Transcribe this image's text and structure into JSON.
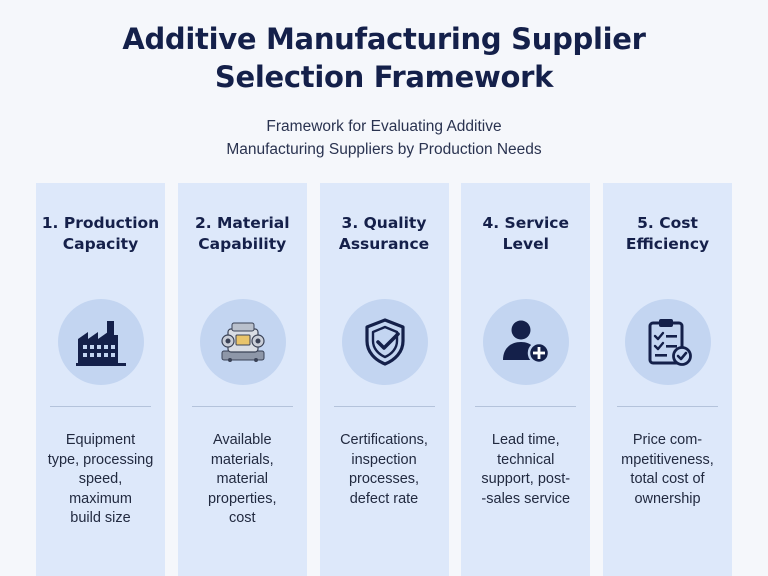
{
  "header": {
    "title_lines": [
      "Additive Manufacturing Supplier",
      "Selection Framework"
    ],
    "subtitle_lines": [
      "Framework for Evaluating Additive",
      "Manufacturing Suppliers by Production Needs"
    ]
  },
  "cards": [
    {
      "title_lines": [
        "1. Production",
        "Capacity"
      ],
      "icon": "factory-icon",
      "desc_lines": [
        "Equipment",
        "type, processing",
        "speed,",
        "maximum",
        "build size"
      ]
    },
    {
      "title_lines": [
        "2. Material",
        "Capability"
      ],
      "icon": "machine-part-icon",
      "desc_lines": [
        "Available",
        "materials,",
        "material",
        "properties,",
        "cost"
      ]
    },
    {
      "title_lines": [
        "3. Quality",
        "Assurance"
      ],
      "icon": "shield-check-icon",
      "desc_lines": [
        "Certifications,",
        "inspection",
        "processes,",
        "defect rate"
      ]
    },
    {
      "title_lines": [
        "4. Service",
        "Level"
      ],
      "icon": "user-plus-icon",
      "desc_lines": [
        "Lead time,",
        "technical",
        "support, post-",
        "-sales service"
      ]
    },
    {
      "title_lines": [
        "5. Cost",
        "Efficiency"
      ],
      "icon": "clipboard-check-icon",
      "desc_lines": [
        "Price com-",
        "mpetitiveness,",
        "total cost of",
        "ownership"
      ]
    }
  ],
  "colors": {
    "background": "#f5f7fb",
    "card": "#dde8fa",
    "icon_circle": "#c3d5f1",
    "icon_dark": "#14204a",
    "title": "#14204a"
  }
}
